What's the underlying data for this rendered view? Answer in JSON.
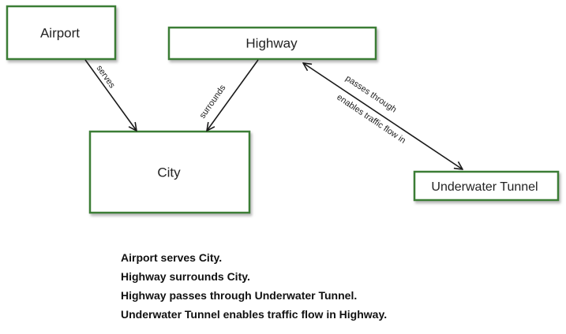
{
  "nodes": {
    "airport": "Airport",
    "highway": "Highway",
    "city": "City",
    "tunnel": "Underwater Tunnel"
  },
  "edges": {
    "airport_city": "serves",
    "highway_city": "surrounds",
    "highway_tunnel": "passes through",
    "tunnel_highway": "enables traffic flow in"
  },
  "sentences": [
    "Airport serves City.",
    "Highway surrounds City.",
    "Highway passes through Underwater Tunnel.",
    "Underwater Tunnel enables traffic flow in Highway."
  ],
  "colors": {
    "box_border": "#3a7d34",
    "arrow": "#1a1a1a"
  }
}
